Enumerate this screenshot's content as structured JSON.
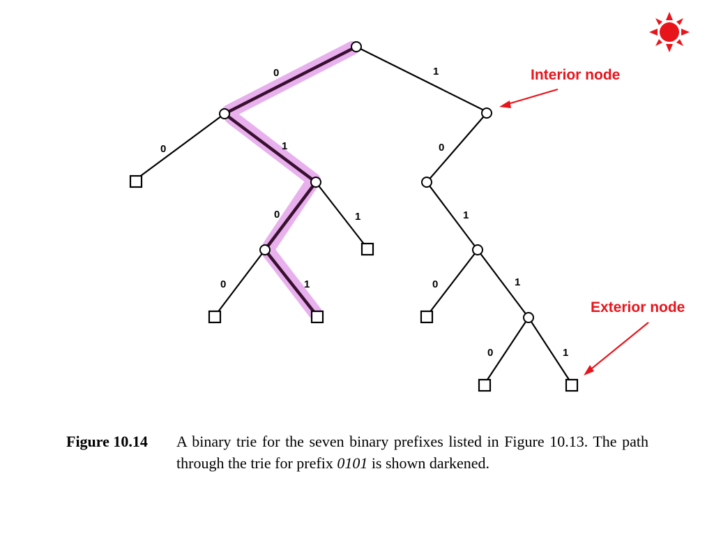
{
  "edge_labels": {
    "root_left": "0",
    "root_right": "1",
    "l1_left": "0",
    "l1_right": "1",
    "r1_left": "0",
    "l2_left": "0",
    "l2_right": "1",
    "r2_right": "1",
    "l3_left": "0",
    "l3_right": "1",
    "r3_left": "0",
    "r3_right": "1",
    "r4_left": "0",
    "r4_right": "1"
  },
  "annotations": {
    "interior": "Interior node",
    "exterior": "Exterior node"
  },
  "caption": {
    "label": "Figure 10.14",
    "text_before": "A binary trie for the seven binary prefixes listed in Figure 10.13. The path through the trie for prefix ",
    "prefix": "0101",
    "text_after": " is shown darkened."
  },
  "colors": {
    "highlight": "#e6a8ec",
    "annotation": "#e8141b",
    "path": "#3a1030"
  }
}
